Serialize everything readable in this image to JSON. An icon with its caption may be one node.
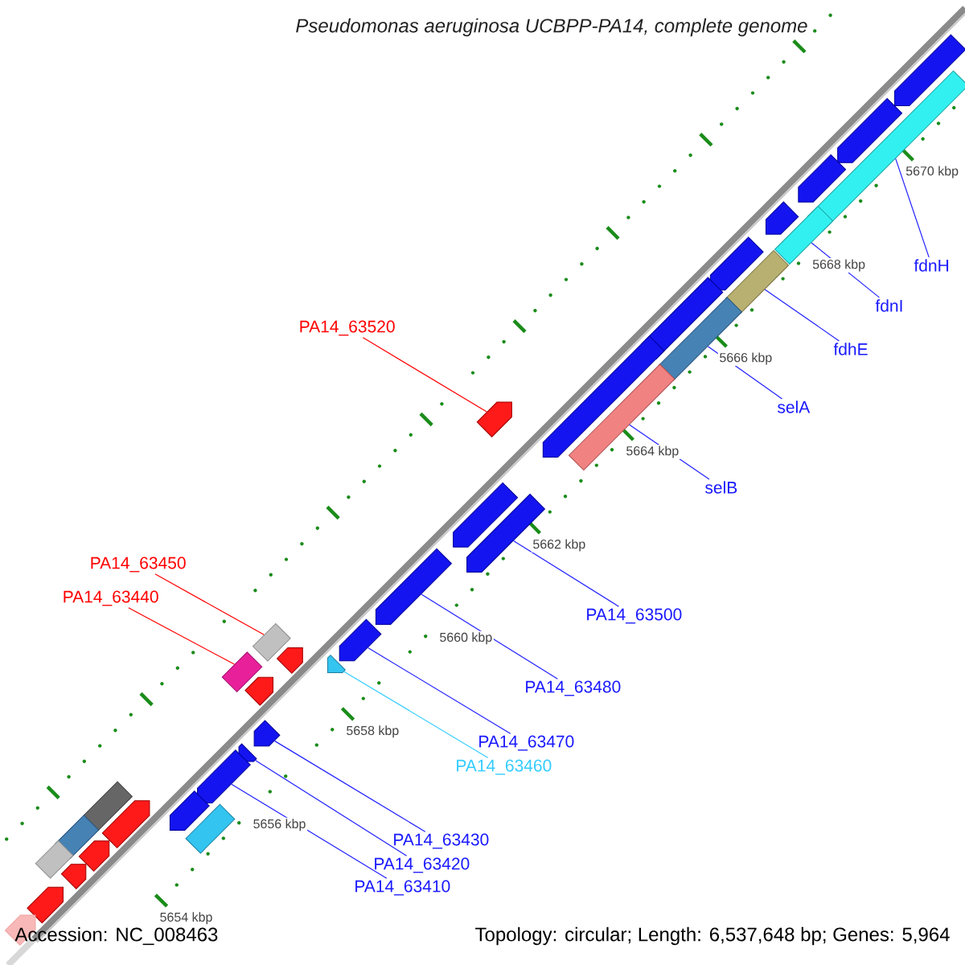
{
  "diagram": {
    "title": "Pseudomonas aeruginosa UCBPP-PA14, complete genome",
    "nodes": [
      {
        "text": [
          "fdnH"
        ]
      },
      {
        "text": [
          "fdnI"
        ]
      },
      {
        "text": [
          "fdhE"
        ]
      },
      {
        "text": [
          "PA14_63520"
        ]
      },
      {
        "text": [
          "selA"
        ]
      },
      {
        "text": [
          "selB"
        ]
      },
      {
        "text": [
          "PA14_63450"
        ]
      },
      {
        "text": [
          "PA14_63440"
        ]
      },
      {
        "text": [
          "PA14_63500"
        ]
      },
      {
        "text": [
          "PA14_63480"
        ]
      },
      {
        "text": [
          "PA14_63470"
        ]
      },
      {
        "text": [
          "PA14_63460"
        ]
      },
      {
        "text": [
          "PA14_63430"
        ]
      },
      {
        "text": [
          "PA14_63420"
        ]
      },
      {
        "text": [
          "PA14_63410"
        ]
      },
      {
        "text": [],
        "shape": "box"
      },
      {
        "text": [],
        "shape": "box"
      },
      {
        "text": [],
        "shape": "box"
      },
      {
        "text": [],
        "shape": "arrow"
      },
      {
        "text": [],
        "shape": "box"
      },
      {
        "text": [],
        "shape": "box"
      },
      {
        "text": [],
        "shape": "box"
      },
      {
        "text": [],
        "shape": "box"
      },
      {
        "text": [],
        "shape": "arrow"
      },
      {
        "text": [],
        "shape": "arrow"
      },
      {
        "text": [],
        "shape": "arrow"
      },
      {
        "text": [],
        "shape": "arrow"
      },
      {
        "text": [],
        "shape": "arrow"
      },
      {
        "text": [],
        "shape": "arrow"
      },
      {
        "text": [],
        "shape": "arrow"
      },
      {
        "text": [],
        "shape": "arrow"
      },
      {
        "text": [],
        "shape": "arrow"
      },
      {
        "text": [],
        "shape": "arrow"
      },
      {
        "text": [],
        "shape": "arrow"
      },
      {
        "text": [],
        "shape": "arrow"
      },
      {
        "text": [],
        "shape": "arrow"
      },
      {
        "text": [],
        "shape": "arrow"
      },
      {
        "text": [],
        "shape": "arrow"
      },
      {
        "text": [],
        "shape": "arrow"
      },
      {
        "text": [],
        "shape": "box"
      },
      {
        "text": [],
        "shape": "box"
      },
      {
        "text": [],
        "shape": "box"
      },
      {
        "text": [],
        "shape": "box"
      },
      {
        "text": [],
        "shape": "arrow"
      },
      {
        "text": [],
        "shape": "arrow"
      },
      {
        "text": [],
        "shape": "arrow"
      },
      {
        "text": [],
        "shape": "arrow"
      },
      {
        "text": [],
        "shape": "arrow"
      },
      {
        "text": [],
        "shape": "arrow"
      },
      {
        "text": [],
        "shape": "arrow"
      }
    ],
    "edges": [
      {
        "from": 0,
        "to": 15,
        "arrow": "none"
      },
      {
        "from": 1,
        "to": 16,
        "arrow": "none"
      },
      {
        "from": 2,
        "to": 17,
        "arrow": "none"
      },
      {
        "from": 3,
        "to": 18,
        "arrow": "none",
        "color": "#ff0000"
      },
      {
        "from": 4,
        "to": 19,
        "arrow": "none"
      },
      {
        "from": 5,
        "to": 20,
        "arrow": "none"
      },
      {
        "from": 6,
        "to": 21,
        "arrow": "none",
        "color": "#ff0000"
      },
      {
        "from": 7,
        "to": 22,
        "arrow": "none",
        "color": "#ff0000"
      },
      {
        "from": 8,
        "to": 23,
        "arrow": "none"
      },
      {
        "from": 9,
        "to": 24,
        "arrow": "none"
      },
      {
        "from": 10,
        "to": 25,
        "arrow": "none"
      },
      {
        "from": 11,
        "to": 26,
        "arrow": "none",
        "color": "#33ccff"
      },
      {
        "from": 12,
        "to": 27,
        "arrow": "none"
      },
      {
        "from": 13,
        "to": 28,
        "arrow": "none"
      },
      {
        "from": 14,
        "to": 29,
        "arrow": "none"
      }
    ],
    "labels": [
      "5670 kbp",
      "5668 kbp",
      "5666 kbp",
      "5664 kbp",
      "5662 kbp",
      "5660 kbp",
      "5658 kbp",
      "5656 kbp",
      "5654 kbp",
      "Accession: NC_008463",
      "Topology: circular; Length: 6,537,648 bp; Genes: 5,964"
    ]
  }
}
